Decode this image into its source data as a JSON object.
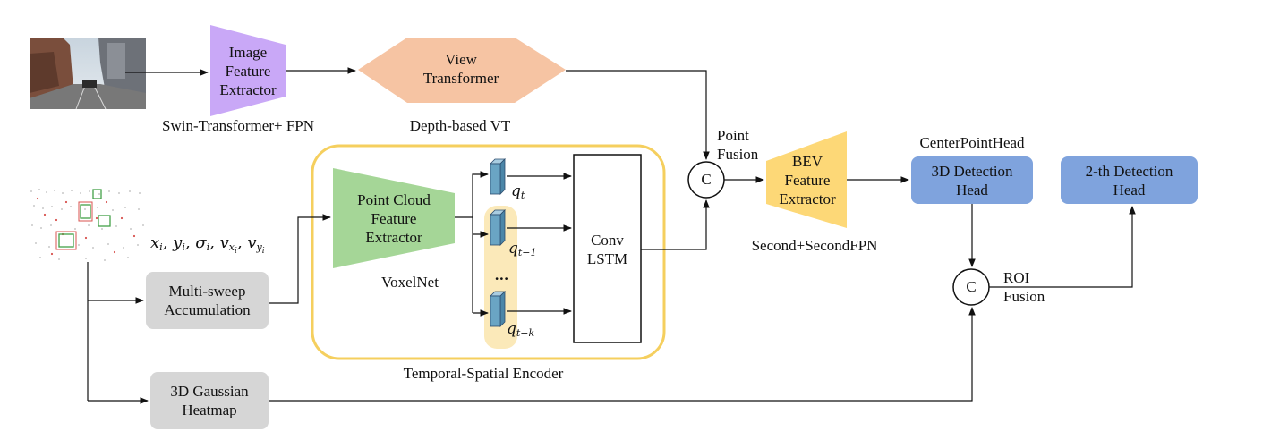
{
  "colors": {
    "purple": "#c9a8f7",
    "orange": "#f6c4a3",
    "green": "#a5d697",
    "yellow": "#fdd877",
    "blue": "#7fa3dd",
    "gray": "#d6d6d6",
    "encoder_border": "#f5cf5e",
    "encoder_highlight": "#fbe9b9",
    "feature_cube": "#6aa5c4"
  },
  "nodes": {
    "image_feature_extractor": {
      "lines": [
        "Image",
        "Feature",
        "Extractor"
      ],
      "caption": "Swin-Transformer+ FPN"
    },
    "view_transformer": {
      "lines": [
        "View",
        "Transformer"
      ],
      "caption": "Depth-based VT"
    },
    "point_cloud_feature_extractor": {
      "lines": [
        "Point Cloud",
        "Feature",
        "Extractor"
      ],
      "caption": "VoxelNet"
    },
    "conv_lstm": {
      "lines": [
        "Conv",
        "LSTM"
      ]
    },
    "temporal_spatial_encoder": {
      "caption": "Temporal-Spatial Encoder"
    },
    "point_fusion": {
      "symbol": "C",
      "lines": [
        "Point",
        "Fusion"
      ]
    },
    "bev_feature_extractor": {
      "lines": [
        "BEV",
        "Feature",
        "Extractor"
      ],
      "caption": "Second+SecondFPN"
    },
    "detection_head_3d": {
      "lines": [
        "3D Detection",
        "Head"
      ],
      "caption": "CenterPointHead"
    },
    "roi_fusion": {
      "symbol": "C",
      "lines": [
        "ROI",
        "Fusion"
      ]
    },
    "detection_head_2th": {
      "lines": [
        "2-th Detection",
        "Head"
      ]
    },
    "multi_sweep_accumulation": {
      "lines": [
        "Multi-sweep",
        "Accumulation"
      ]
    },
    "gaussian_heatmap": {
      "lines": [
        "3D Gaussian",
        "Heatmap"
      ]
    }
  },
  "features": {
    "q_t": {
      "base": "q",
      "sub": "t"
    },
    "q_t_minus_1": {
      "base": "q",
      "sub": "t−1"
    },
    "q_t_minus_k": {
      "base": "q",
      "sub": "t−k"
    },
    "ellipsis": "..."
  },
  "point_attributes": [
    {
      "base": "x",
      "sub": "i"
    },
    {
      "base": "y",
      "sub": "i"
    },
    {
      "base": "σ",
      "sub": "i"
    },
    {
      "base": "v",
      "sub": "x",
      "subsub": "i"
    },
    {
      "base": "v",
      "sub": "y",
      "subsub": "i"
    }
  ]
}
